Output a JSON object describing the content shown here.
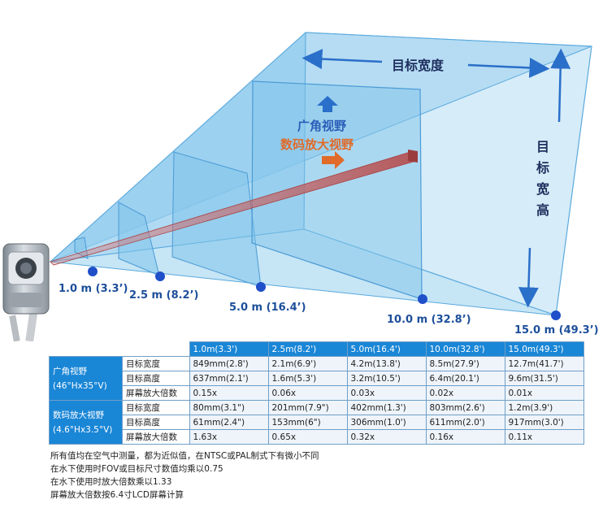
{
  "diagram": {
    "width_label": "目标宽度",
    "height_label_chars": [
      "目",
      "标",
      "宽",
      "高"
    ],
    "wide_fov_label": "广角视野",
    "digital_zoom_label": "数码放大视野",
    "distances": [
      "1.0 m (3.3’)",
      "2.5 m (8.2’)",
      "5.0 m (16.4’)",
      "10.0 m (32.8’)",
      "15.0 m (49.3’)"
    ],
    "colors": {
      "frustum": "#7fc4ea",
      "frame": "#5aa9dd",
      "dot": "#1f4fc9",
      "label": "#1d4f9a",
      "zoom_beam": "#c0504d",
      "arrow_blue": "#2a6fc9",
      "arrow_orange": "#e06b2a"
    }
  },
  "table": {
    "headers": [
      "1.0m(3.3')",
      "2.5m(8.2')",
      "5.0m(16.4')",
      "10.0m(32.8')",
      "15.0m(49.3')"
    ],
    "groups": [
      {
        "name": "广角视野",
        "sub": "(46°Hx35°V)",
        "rows": [
          {
            "metric": "目标宽度",
            "values": [
              "849mm(2.8')",
              "2.1m(6.9')",
              "4.2m(13.8')",
              "8.5m(27.9')",
              "12.7m(41.7')"
            ]
          },
          {
            "metric": "目标高度",
            "values": [
              "637mm(2.1')",
              "1.6m(5.3')",
              "3.2m(10.5')",
              "6.4m(20.1')",
              "9.6m(31.5')"
            ]
          },
          {
            "metric": "屏幕放大倍数",
            "values": [
              "0.15x",
              "0.06x",
              "0.03x",
              "0.02x",
              "0.01x"
            ]
          }
        ]
      },
      {
        "name": "数码放大视野",
        "sub": "(4.6°Hx3.5°V)",
        "rows": [
          {
            "metric": "目标宽度",
            "values": [
              "80mm(3.1\")",
              "201mm(7.9\")",
              "402mm(1.3')",
              "803mm(2.6')",
              "1.2m(3.9')"
            ]
          },
          {
            "metric": "目标高度",
            "values": [
              "61mm(2.4\")",
              "153mm(6\")",
              "306mm(1.0')",
              "611mm(2.0')",
              "917mm(3.0')"
            ]
          },
          {
            "metric": "屏幕放大倍数",
            "values": [
              "1.63x",
              "0.65x",
              "0.32x",
              "0.16x",
              "0.11x"
            ]
          }
        ]
      }
    ]
  },
  "notes": [
    "所有值均在空气中测量，都为近似值，在NTSC或PAL制式下有微小不同",
    "在水下使用时FOV或目标尺寸数值均乘以0.75",
    "在水下使用时放大倍数乘以1.33",
    "屏幕放大倍数按6.4寸LCD屏幕计算"
  ]
}
